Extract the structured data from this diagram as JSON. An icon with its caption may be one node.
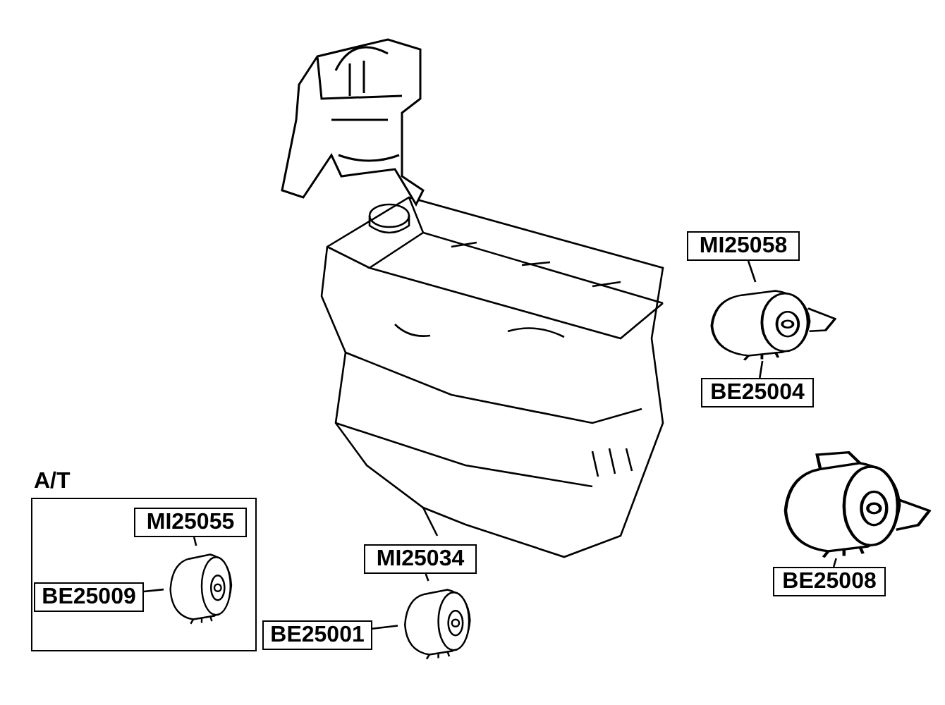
{
  "diagram": {
    "nodes": [
      {
        "text": [
          "MI25058"
        ]
      },
      {
        "text": [
          "BE25004"
        ]
      },
      {
        "text": [],
        "shape": "picture"
      },
      {
        "text": [
          "BE25008"
        ]
      },
      {
        "text": [],
        "shape": "picture"
      },
      {
        "text": [
          "A/T"
        ]
      },
      {
        "text": [
          "MI25055"
        ],
        "in": 5
      },
      {
        "text": [
          "BE25009"
        ],
        "in": 5
      },
      {
        "text": [],
        "shape": "picture",
        "in": 5
      },
      {
        "text": [
          "MI25034"
        ]
      },
      {
        "text": [
          "BE25001"
        ]
      },
      {
        "text": [],
        "shape": "picture"
      }
    ],
    "edges": [
      {
        "from": 0,
        "to": 2,
        "arrow": "none"
      },
      {
        "from": 1,
        "to": 2,
        "arrow": "none"
      },
      {
        "from": 3,
        "to": 4,
        "arrow": "none"
      },
      {
        "from": 6,
        "to": 8,
        "arrow": "none"
      },
      {
        "from": 7,
        "to": 8,
        "arrow": "none"
      },
      {
        "from": 9,
        "to": 11,
        "arrow": "none"
      },
      {
        "from": 10,
        "to": 11,
        "arrow": "none"
      }
    ]
  }
}
